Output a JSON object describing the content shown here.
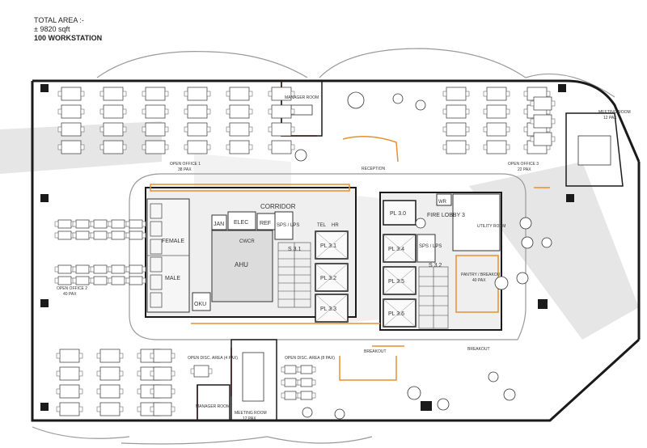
{
  "header": {
    "total_area_label": "TOTAL AREA :-",
    "area_value": "± 9820 sqft",
    "workstation_count": "100 WORKSTATION"
  },
  "rooms": {
    "manager_room_top": "MANAGER ROOM",
    "open_office_1": "OPEN OFFICE 1",
    "open_office_1_pax": "38 PAX",
    "open_office_2": "OPEN OFFICE 2",
    "open_office_2_pax": "40 PAX",
    "open_office_3": "OPEN OFFICE 3",
    "open_office_3_pax": "22 PAX",
    "meeting_room_right": "MEETING ROOM",
    "meeting_room_right_pax": "12 PAX",
    "reception": "RECEPTION",
    "corridor": "CORRIDOR",
    "jan": "JAN",
    "elec": "ELEC",
    "ref": "REF",
    "sps_lps": "SPS / LPS",
    "tel": "TEL",
    "hr": "HR",
    "female": "FEMALE",
    "male": "MALE",
    "ahu": "AHU",
    "oku": "OKU",
    "cwcr": "CWCR",
    "s31": "S 3.1",
    "pl31": "PL 3.1",
    "pl32": "PL 3.2",
    "pl33": "PL 3.3",
    "pl30": "PL 3.0",
    "pl34": "PL 3.4",
    "pl35": "PL 3.5",
    "pl36": "PL 3.6",
    "wr": "WR",
    "fire_lobby": "FIRE LOBBY 3",
    "utility_room": "UTILITY ROOM",
    "sps_lps_2": "SPS / LPS",
    "s32": "S 3.2",
    "pantry": "PANTRY / BREAKOUT",
    "pantry_pax": "40 PAX",
    "breakout_1": "BREAKOUT",
    "breakout_2": "BREAKOUT",
    "open_disc_4": "OPEN DISC. AREA (4 PAX)",
    "open_disc_8": "OPEN DISC. AREA (8 PAX)",
    "manager_room_bottom": "MANAGER ROOM",
    "meeting_room_bottom": "MEETING ROOM",
    "meeting_room_bottom_pax": "12 PAX"
  },
  "colors": {
    "wall": "#1a1a1a",
    "core_fill": "#e6e6e6",
    "orange": "#e8902f",
    "red": "#c0392b",
    "watermark": "#e3e3e3"
  }
}
